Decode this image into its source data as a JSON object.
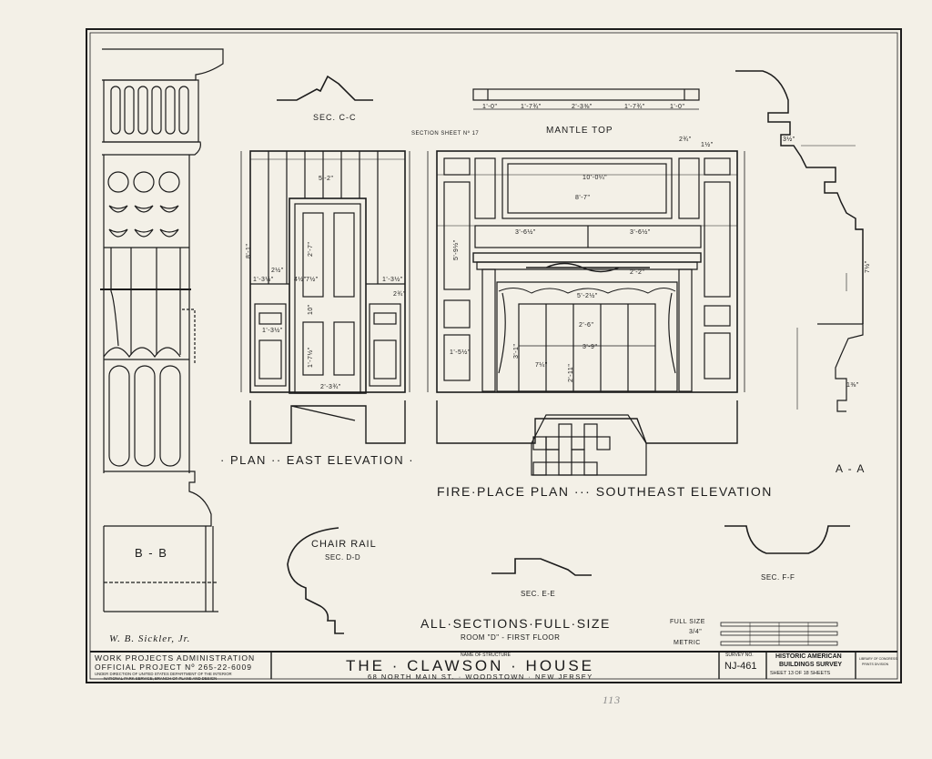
{
  "sheet": {
    "colors": {
      "paper": "#f3f0e7",
      "ink": "#1c1c1c"
    }
  },
  "labels": {
    "sec_c_c": "SEC. C-C",
    "section_sheet": "SECTION SHEET Nº 17",
    "mantel_top": "MANTLE TOP",
    "plan_east": "· PLAN ·· EAST ELEVATION ·",
    "fireplace_se": "FIRE·PLACE PLAN ··· SOUTHEAST ELEVATION",
    "a_a": "A - A",
    "b_b": "B - B",
    "chair_rail": "CHAIR RAIL",
    "sec_d_d": "SEC. D-D",
    "sec_e_e": "SEC. E-E",
    "sec_f_f": "SEC. F-F",
    "all_sections": "ALL·SECTIONS·FULL·SIZE",
    "room": "ROOM \"D\" - FIRST FLOOR",
    "signature": "W. B. Sickler, Jr.",
    "full_size": "FULL SIZE",
    "three_quarter": "3/4\"",
    "metric": "METRIC",
    "handwriting": "113"
  },
  "dimensions": {
    "mantel": [
      "1'-0\"",
      "1'-7¾\"",
      "2'-3⅜\"",
      "1'-7¾\"",
      "1'-0\""
    ],
    "east": [
      "8'-1\"",
      "5'-2\"",
      "2'-3¾\"",
      "1'-3½\"",
      "1'-3½\"",
      "7½\"",
      "4½\"",
      "2'-7\"",
      "1'-7½\"",
      "10\"",
      "2¾\"",
      "1'-3½\"",
      "2½\""
    ],
    "southeast": [
      "10'-0¼\"",
      "8'-7\"",
      "3'-6½\"",
      "3'-6½\"",
      "5'-2½\"",
      "2'-2\"",
      "2'-6\"",
      "3'-9\"",
      "3'-1\"",
      "2'-11\"",
      "7¼\"",
      "5'-9½\"",
      "1'-5½\"",
      "1½\"",
      "2¾\""
    ],
    "a_a": [
      "7½\"",
      "1⅜\"",
      "3½\""
    ]
  },
  "title_block": {
    "work_line1": "WORK PROJECTS ADMINISTRATION",
    "work_line2": "OFFICIAL PROJECT Nº 265-22-6009",
    "work_line3": "UNDER DIRECTION OF UNITED STATES DEPARTMENT OF THE INTERIOR",
    "work_line4": "NATIONAL PARK SERVICE, BRANCH OF PLANS AND DESIGN",
    "name_caption": "NAME OF STRUCTURE",
    "name": "THE · CLAWSON · HOUSE",
    "address": "68 NORTH MAIN ST. · WOODSTOWN · NEW JERSEY",
    "survey_caption": "SURVEY NO.",
    "survey_no": "NJ-461",
    "habs_line1": "HISTORIC AMERICAN",
    "habs_line2": "BUILDINGS SURVEY",
    "sheet_of": "SHEET 13 OF 18 SHEETS",
    "library_line1": "LIBRARY OF CONGRESS",
    "library_line2": "PRINTS DIVISION"
  }
}
